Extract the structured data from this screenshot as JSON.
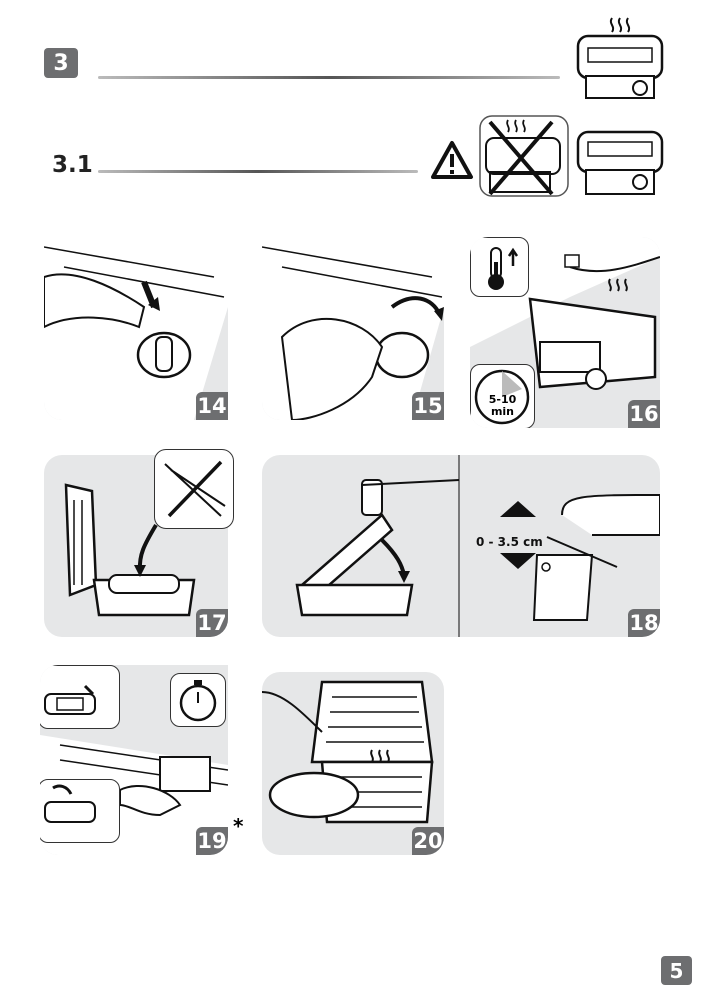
{
  "section": {
    "number": "3",
    "subsection": "3.1"
  },
  "icons": [
    "grill-hot-icon",
    "warning-icon",
    "do-not-touch-icon",
    "grill-closed-icon",
    "thermometer-icon",
    "timer-icon",
    "no-metal-utensils-icon",
    "stopwatch-icon"
  ],
  "steps": [
    {
      "number": "14"
    },
    {
      "number": "15"
    },
    {
      "number": "16",
      "timer_label": "5-10",
      "timer_unit": "min"
    },
    {
      "number": "17"
    },
    {
      "number": "18",
      "height_range": "0 - 3.5 cm"
    },
    {
      "number": "19",
      "note_mark": "*"
    },
    {
      "number": "20"
    }
  ],
  "page_number": "5",
  "colors": {
    "badge": "#6d6e70",
    "panel": "#e6e7e8"
  }
}
